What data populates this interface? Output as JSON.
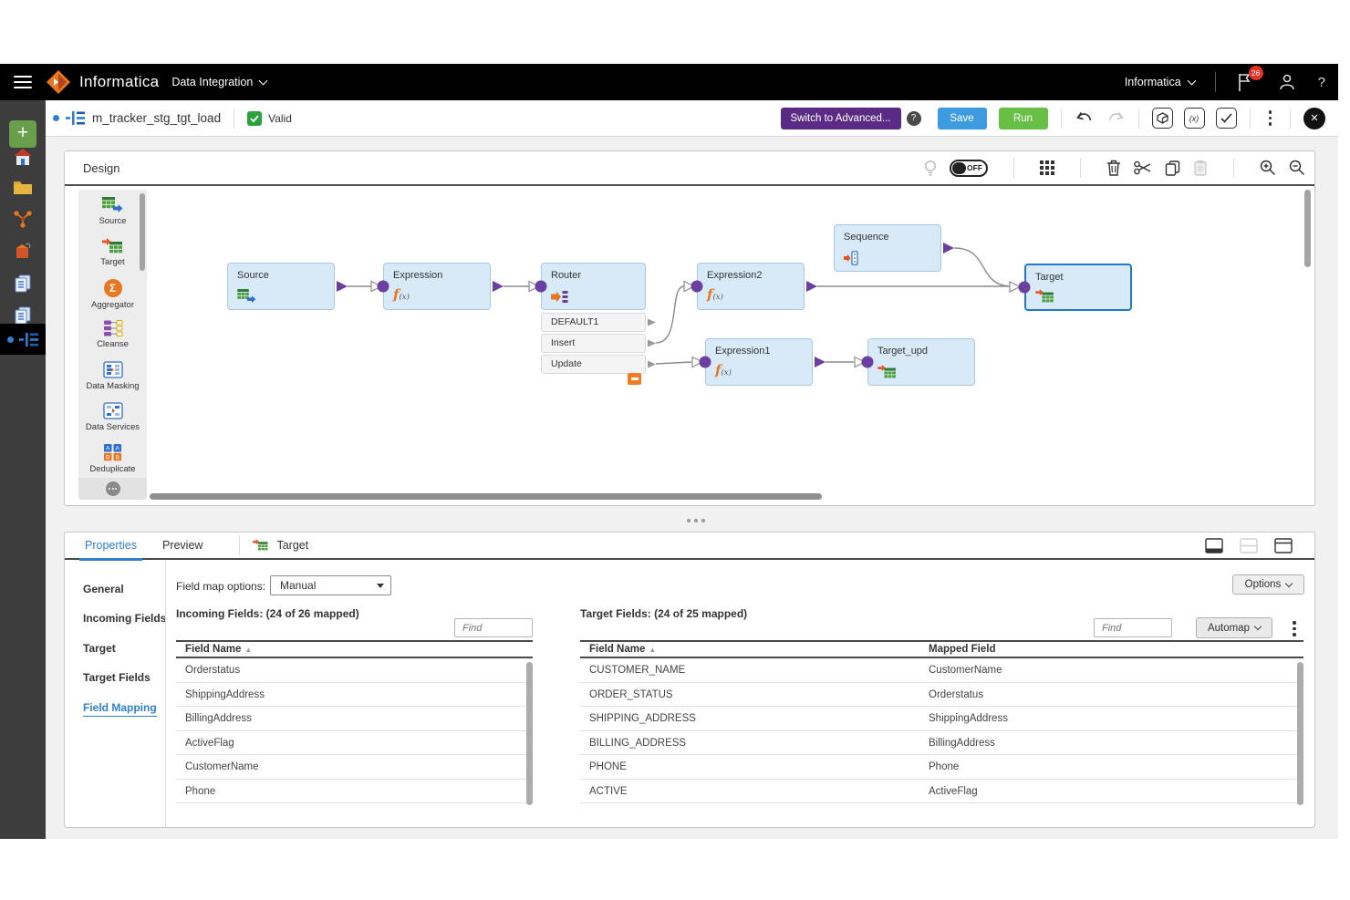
{
  "topbar": {
    "brand": "Informatica",
    "app": "Data Integration",
    "org": "Informatica",
    "notification_count": "26",
    "help": "?"
  },
  "tabbar": {
    "mapping_title": "m_tracker_stg_tgt_load",
    "status": "Valid",
    "switch_advanced": "Switch to Advanced...",
    "save": "Save",
    "run": "Run"
  },
  "design": {
    "title": "Design",
    "toggle_state": "OFF",
    "palette": [
      "Source",
      "Target",
      "Aggregator",
      "Cleanse",
      "Data Masking",
      "Data Services",
      "Deduplicate"
    ]
  },
  "canvas": {
    "nodes": {
      "source": "Source",
      "expression": "Expression",
      "router": "Router",
      "expression2": "Expression2",
      "sequence": "Sequence",
      "target": "Target",
      "expression1": "Expression1",
      "target_upd": "Target_upd"
    },
    "router_groups": [
      "DEFAULT1",
      "Insert",
      "Update"
    ]
  },
  "properties": {
    "tabs": [
      "Properties",
      "Preview"
    ],
    "context_tab": "Target",
    "nav": [
      "General",
      "Incoming Fields",
      "Target",
      "Target Fields",
      "Field Mapping"
    ],
    "field_map_options_label": "Field map options:",
    "field_map_value": "Manual",
    "options_button": "Options",
    "incoming": {
      "title": "Incoming Fields: (24 of 26 mapped)",
      "find_placeholder": "Find",
      "column": "Field Name",
      "rows": [
        "Orderstatus",
        "ShippingAddress",
        "BillingAddress",
        "ActiveFlag",
        "CustomerName",
        "Phone"
      ]
    },
    "target": {
      "title": "Target Fields: (24 of 25 mapped)",
      "find_placeholder": "Find",
      "automap_button": "Automap",
      "col_field": "Field Name",
      "col_mapped": "Mapped Field",
      "rows": [
        {
          "field": "CUSTOMER_NAME",
          "mapped": "CustomerName"
        },
        {
          "field": "ORDER_STATUS",
          "mapped": "Orderstatus"
        },
        {
          "field": "SHIPPING_ADDRESS",
          "mapped": "ShippingAddress"
        },
        {
          "field": "BILLING_ADDRESS",
          "mapped": "BillingAddress"
        },
        {
          "field": "PHONE",
          "mapped": "Phone"
        },
        {
          "field": "ACTIVE",
          "mapped": "ActiveFlag"
        }
      ]
    }
  },
  "colors": {
    "accent_blue": "#2f80d0",
    "purple_button": "#5a2b85",
    "save_blue": "#3f9be0",
    "run_green": "#67bf45",
    "valid_green": "#2aa13d",
    "node_fill": "#d8eaf8",
    "node_border": "#a6c8e4",
    "connector_purple": "#6b3fa0",
    "badge_red": "#e33225",
    "warning_orange": "#f07d23"
  }
}
